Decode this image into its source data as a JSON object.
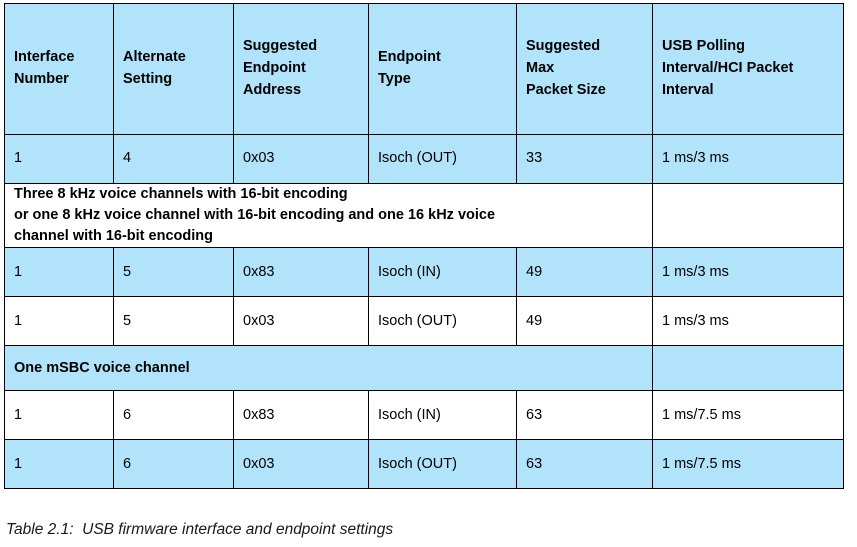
{
  "table": {
    "columns": [
      "Interface Number",
      "Alternate Setting",
      "Suggested Endpoint Address",
      "Endpoint Type",
      "Suggested Max Packet Size",
      "USB Polling Interval/HCI Packet Interval"
    ],
    "column_lines": [
      [
        "Interface",
        "Number"
      ],
      [
        "Alternate",
        "Setting"
      ],
      [
        "Suggested",
        "Endpoint",
        "Address"
      ],
      [
        "Endpoint",
        "Type"
      ],
      [
        "Suggested",
        "Max",
        "Packet Size"
      ],
      [
        "USB Polling",
        "Interval/HCI Packet",
        "Interval"
      ]
    ],
    "rows": [
      {
        "type": "data",
        "shade": "blue",
        "cells": [
          "1",
          "4",
          "0x03",
          "Isoch (OUT)",
          "33",
          "1 ms/3 ms"
        ]
      },
      {
        "type": "note",
        "shade": "white",
        "lines": [
          "Three 8 kHz voice channels with 16-bit encoding",
          "or one 8 kHz voice channel with 16-bit encoding and one 16 kHz voice",
          "channel with 16-bit encoding"
        ],
        "trailing_cell": ""
      },
      {
        "type": "data",
        "shade": "blue",
        "cells": [
          "1",
          "5",
          "0x83",
          "Isoch (IN)",
          "49",
          "1 ms/3 ms"
        ]
      },
      {
        "type": "data",
        "shade": "white",
        "cells": [
          "1",
          "5",
          "0x03",
          "Isoch (OUT)",
          "49",
          "1 ms/3 ms"
        ]
      },
      {
        "type": "section",
        "shade": "blue",
        "label": "One mSBC voice channel",
        "trailing_cell": ""
      },
      {
        "type": "data",
        "shade": "white",
        "cells": [
          "1",
          "6",
          "0x83",
          "Isoch (IN)",
          "63",
          "1 ms/7.5 ms"
        ]
      },
      {
        "type": "data",
        "shade": "blue",
        "cells": [
          "1",
          "6",
          "0x03",
          "Isoch (OUT)",
          "63",
          "1 ms/7.5 ms"
        ]
      }
    ]
  },
  "caption": {
    "label": "Table 2.1:",
    "text": "USB firmware interface and endpoint settings",
    "full": "Table 2.1:  USB firmware interface and endpoint settings"
  },
  "colors": {
    "row_highlight": "#b1e3fb",
    "row_plain": "#ffffff",
    "border": "#000000",
    "text": "#000000"
  }
}
